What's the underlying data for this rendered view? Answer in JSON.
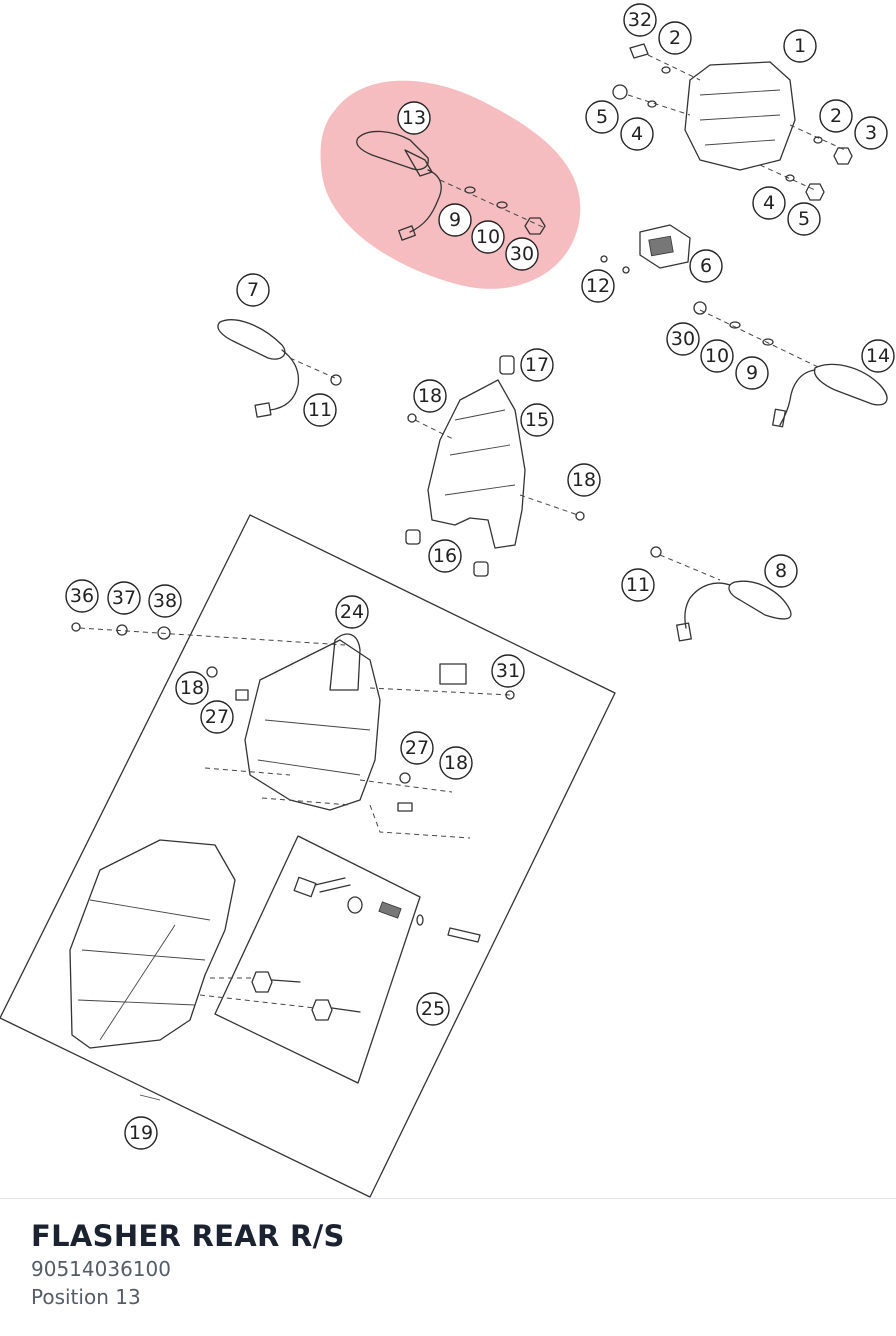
{
  "diagram": {
    "highlight_color": "#f2a3a8",
    "highlighted_callout": "13",
    "callouts": [
      "32",
      "2",
      "1",
      "5",
      "4",
      "2",
      "3",
      "13",
      "9",
      "10",
      "30",
      "4",
      "5",
      "6",
      "12",
      "7",
      "30",
      "10",
      "9",
      "14",
      "17",
      "18",
      "15",
      "11",
      "18",
      "16",
      "11",
      "8",
      "36",
      "37",
      "38",
      "24",
      "31",
      "18",
      "27",
      "27",
      "18",
      "25",
      "19"
    ]
  },
  "part": {
    "name": "FLASHER REAR R/S",
    "number": "90514036100",
    "position": "Position 13"
  }
}
